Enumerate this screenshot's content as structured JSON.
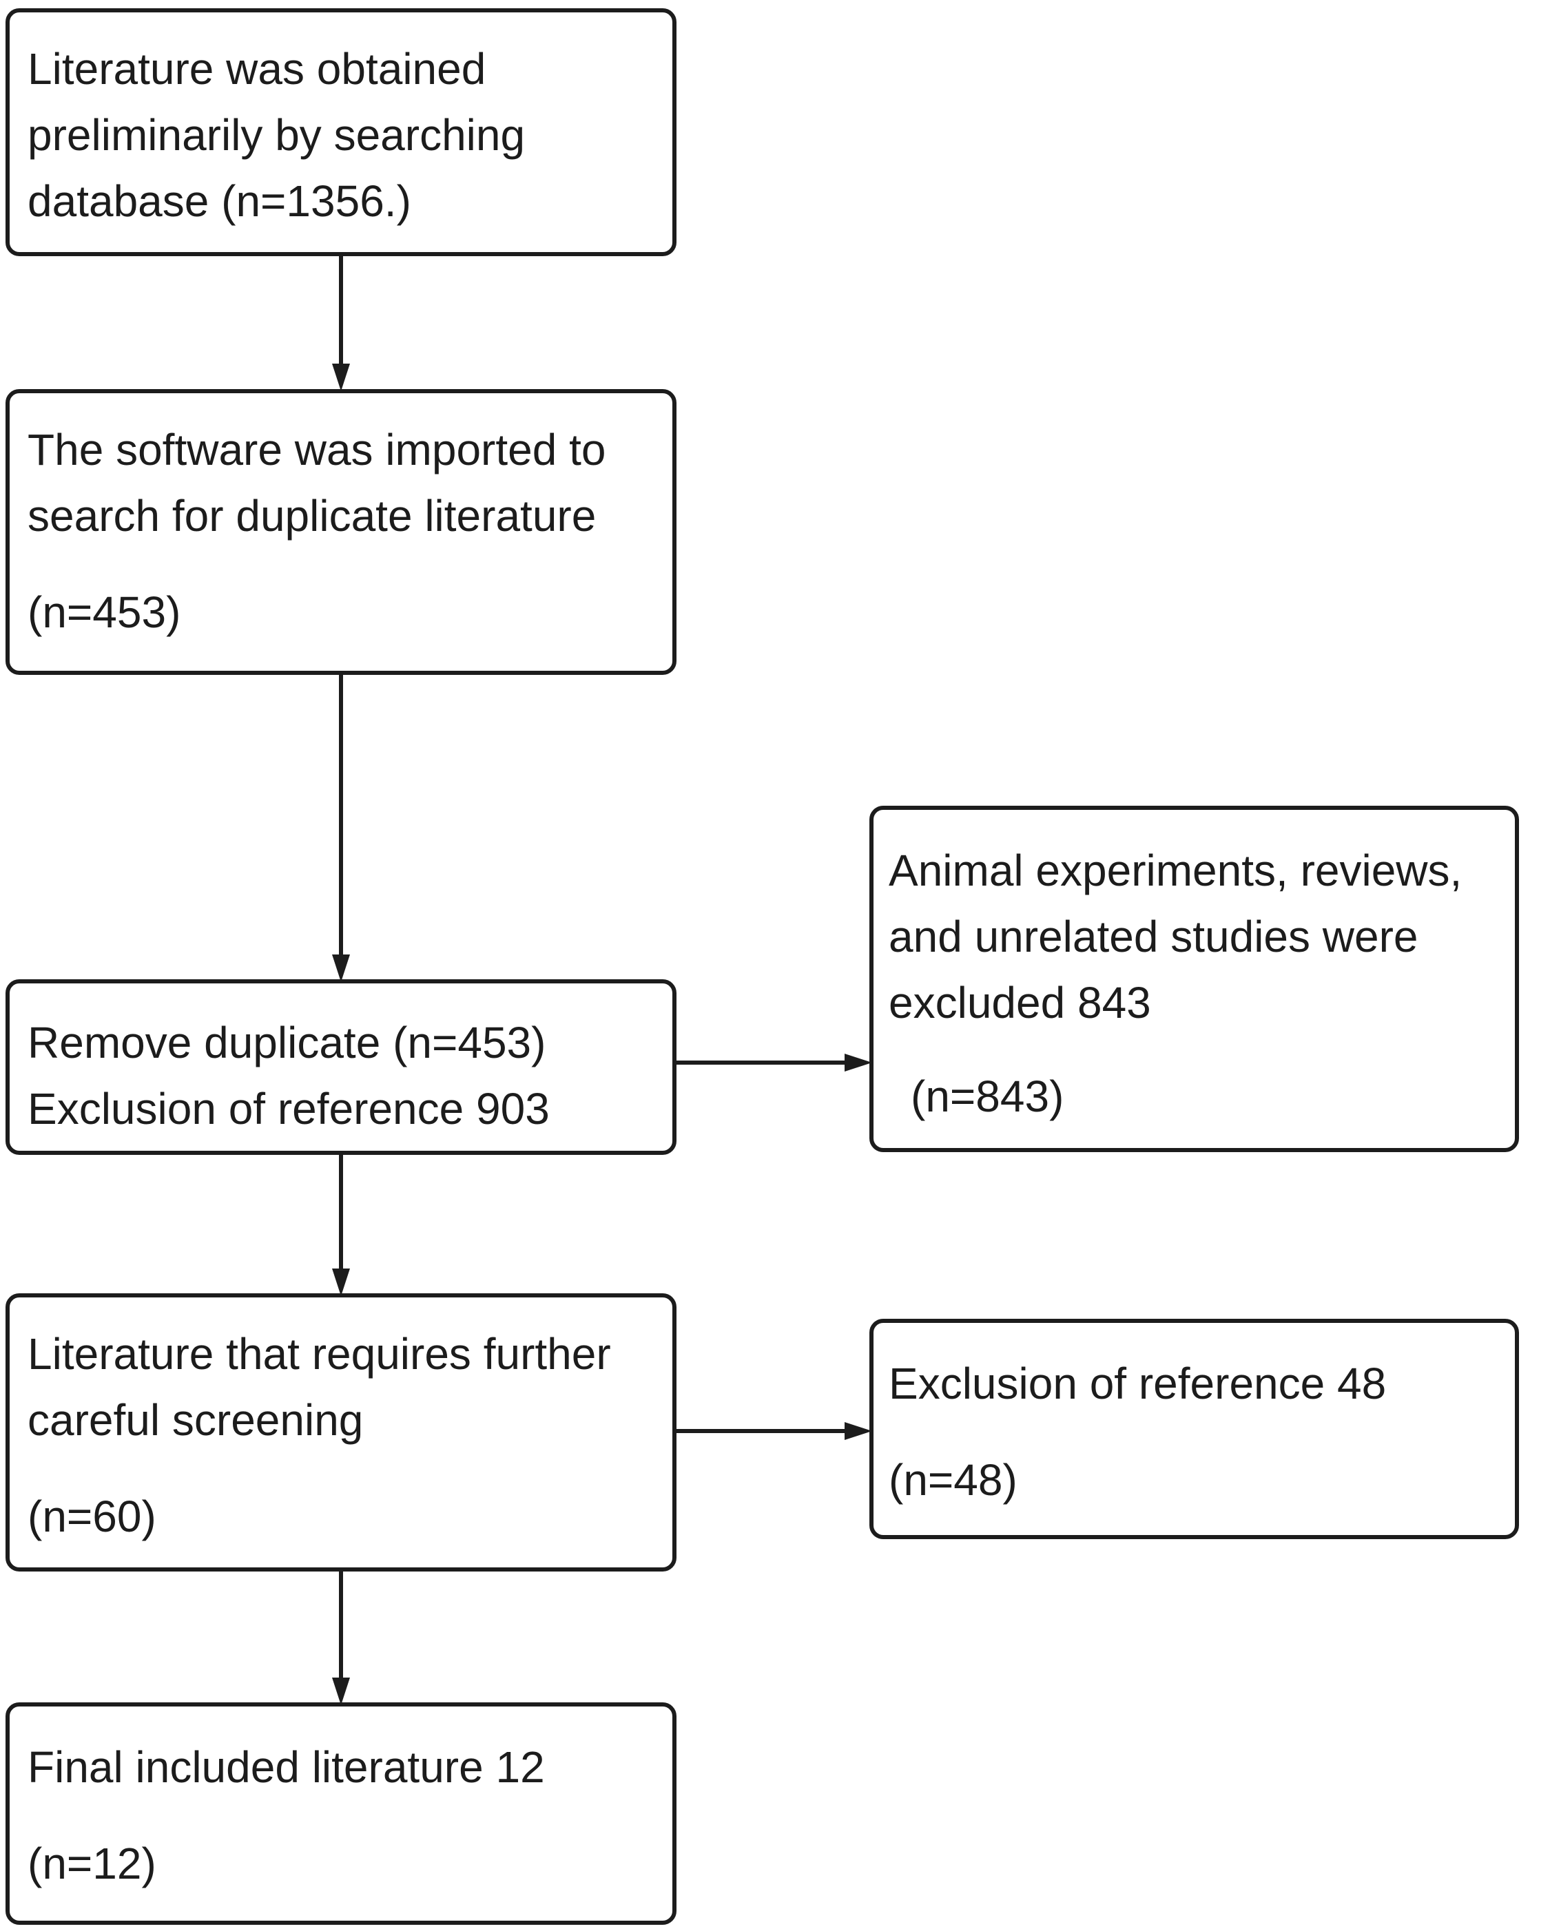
{
  "figure": {
    "type": "flowchart",
    "background": "#ffffff",
    "ink_color": "#1c1c1c",
    "nodes": {
      "initial_search": {
        "lines": [
          "Literature was obtained",
          "preliminarily by searching",
          "database (n=1356.)"
        ]
      },
      "software_import": {
        "lines": [
          "The software was imported to",
          "search for duplicate literature"
        ],
        "count": "(n=453)"
      },
      "remove_duplicate": {
        "lines": [
          "Remove duplicate (n=453)",
          "Exclusion of reference 903"
        ]
      },
      "careful_screening": {
        "lines": [
          "Literature that requires further",
          "careful screening"
        ],
        "count": "(n=60)"
      },
      "final_included": {
        "lines": [
          "Final included literature 12"
        ],
        "count": "(n=12)"
      },
      "excluded_animal": {
        "lines": [
          "Animal experiments, reviews,",
          "and unrelated studies were",
          "excluded 843"
        ],
        "count": "(n=843)"
      },
      "excluded_reference": {
        "lines": [
          "Exclusion of reference 48"
        ],
        "count": "(n=48)"
      }
    },
    "edges": [
      "initial_search -> software_import",
      "software_import -> remove_duplicate",
      "remove_duplicate -> excluded_animal",
      "remove_duplicate -> careful_screening",
      "careful_screening -> excluded_reference",
      "careful_screening -> final_included"
    ]
  }
}
